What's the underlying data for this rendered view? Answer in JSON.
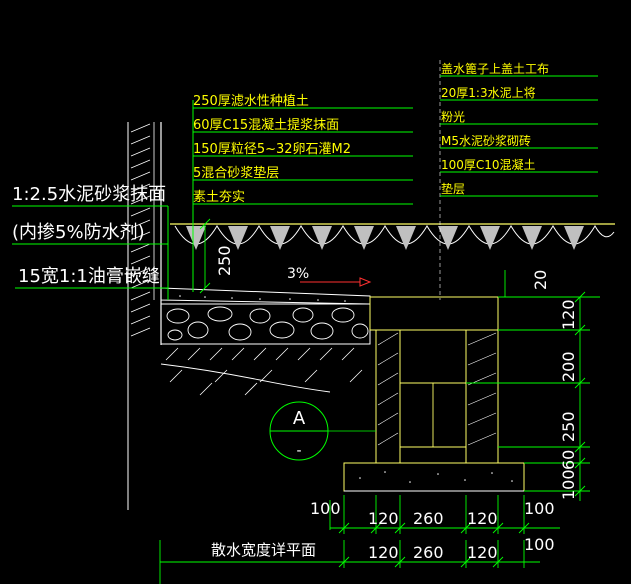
{
  "colors": {
    "background": "#000000",
    "line": "#ffffff",
    "annotation": "#00ff00",
    "callout_text": "#ffff00",
    "structure": "#ffff66",
    "leader": "#00ff00",
    "grade_dim": "#00cc00",
    "marker": "#00ff00"
  },
  "left_notes": {
    "line1": "250厚滤水性种植土",
    "line2": "60厚C15混凝土提浆抹面",
    "line3": "150厚粒径5~32卵石灌M2",
    "line4": "5混合砂浆垫层",
    "line5": "素土夯实"
  },
  "right_notes": {
    "line1": "盖水篦子上盖土工布",
    "line2": "20厚1:3水泥上将",
    "line3": "粉光",
    "line4": "M5水泥砂浆砌砖",
    "line5": "100厚C10混凝土",
    "line6": "垫层"
  },
  "wall_notes": {
    "line1": "1:2.5水泥砂浆抹面",
    "line2": "(内掺5%防水剂)",
    "line3": "15宽1:1油膏嵌缝"
  },
  "slope_label": "3%",
  "dimensions": {
    "soil_depth": "250",
    "top_gap": "20",
    "vertical": [
      "120",
      "200",
      "250",
      "60",
      "100"
    ],
    "bottom_row1": [
      "100",
      "120",
      "260",
      "120",
      "100"
    ],
    "bottom_row2": [
      "120",
      "260",
      "120",
      "100"
    ]
  },
  "section_marker": {
    "letter": "A",
    "sub": "-"
  },
  "caption": "散水宽度详平面"
}
